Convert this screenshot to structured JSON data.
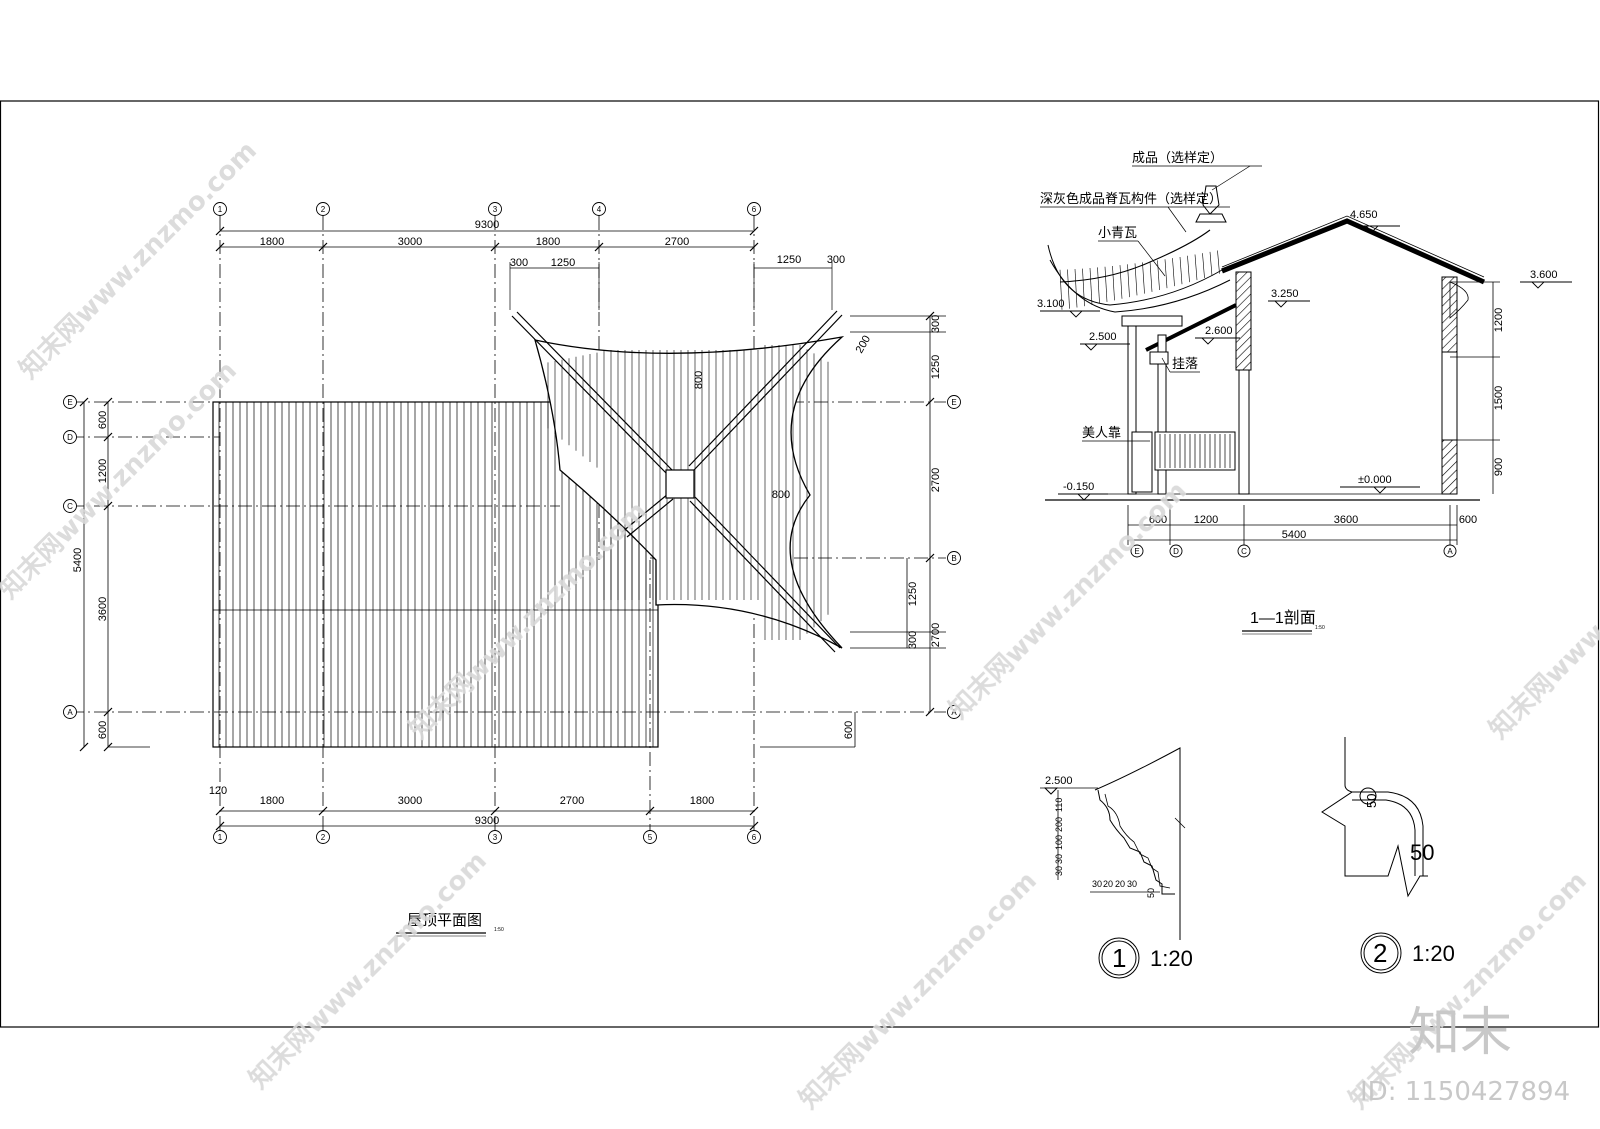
{
  "roof_plan": {
    "title": "屋顶平面图",
    "scale": "1:50",
    "axes_vertical": [
      "1",
      "2",
      "3",
      "4",
      "6"
    ],
    "axes_vertical_bottom": [
      "1",
      "2",
      "3",
      "5",
      "6"
    ],
    "axes_horizontal": [
      "E",
      "D",
      "C",
      "B",
      "A"
    ],
    "dims_top_total": "9300",
    "dims_top": [
      "1800",
      "3000",
      "1800",
      "2700"
    ],
    "dims_top_sub": [
      "300",
      "1250",
      "1250",
      "300"
    ],
    "dims_bottom": [
      "1800",
      "3000",
      "2700",
      "1800"
    ],
    "dims_bottom_total": "9300",
    "dim_120": "120",
    "dims_left": [
      "600",
      "1200",
      "3600",
      "600"
    ],
    "dim_left_total": "5400",
    "dims_right": [
      "300",
      "1250",
      "2700",
      "1250",
      "300",
      "2700"
    ],
    "dim_right_600": "600",
    "dim_200": "200",
    "dim_800_a": "800",
    "dim_800_b": "800"
  },
  "section": {
    "title": "1—1剖面",
    "scale": "1:50",
    "labels": {
      "finial": "成品（选样定）",
      "ridge": "深灰色成品脊瓦构件（选样定）",
      "tile": "小青瓦",
      "hanging": "挂落",
      "bench": "美人靠"
    },
    "elevations": [
      "4.650",
      "3.600",
      "3.250",
      "3.100",
      "2.600",
      "2.500",
      "±0.000",
      "-0.150"
    ],
    "dims_right": [
      "1200",
      "1500",
      "900"
    ],
    "dims_bottom": [
      "600",
      "1200",
      "3600",
      "600"
    ],
    "dim_total": "5400",
    "axes": [
      "E",
      "D",
      "C",
      "A"
    ]
  },
  "details": {
    "detail1": {
      "number": "1",
      "scale": "1:20",
      "elevation": "2.500",
      "dims": [
        "110",
        "200",
        "100",
        "30",
        "30",
        "20",
        "30",
        "20",
        "30",
        "50"
      ]
    },
    "detail2": {
      "number": "2",
      "scale": "1:20",
      "dims": [
        "50",
        "50"
      ]
    }
  },
  "watermark": {
    "text": "知末网www.znzmo.com",
    "brand": "知末",
    "id": "ID: 1150427894"
  }
}
